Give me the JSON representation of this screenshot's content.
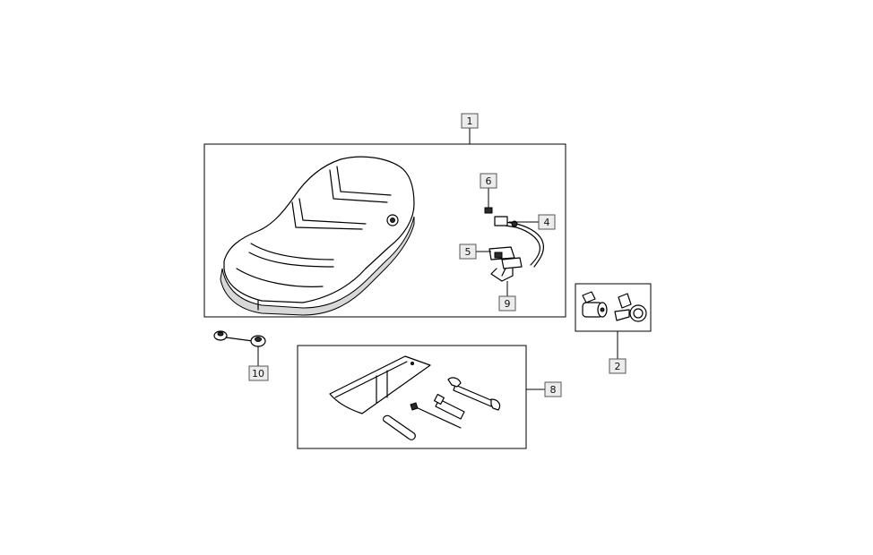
{
  "callouts": {
    "c1": "1",
    "c2": "2",
    "c4": "4",
    "c5": "5",
    "c6": "6",
    "c8": "8",
    "c9": "9",
    "c10": "10"
  }
}
